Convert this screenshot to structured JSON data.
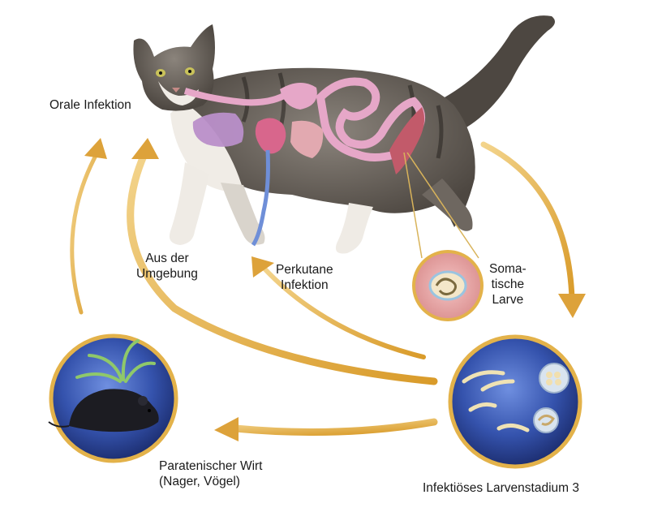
{
  "labels": {
    "oral": "Orale Infektion",
    "environment": [
      "Aus der",
      "Umgebung"
    ],
    "percutaneous": [
      "Perkutane",
      "Infektion"
    ],
    "somatic": [
      "Soma-",
      "tische",
      "Larve"
    ],
    "paratenic": [
      "Paratenischer Wirt",
      "(Nager, Vögel)"
    ],
    "larval_stage": "Infektiöses Larvenstadium 3"
  },
  "colors": {
    "arrow": "#e0a93a",
    "arrow_dark": "#c98a1c",
    "circle_ring": "#e3b24a",
    "circle_blue": "#2f4fa8",
    "organ_pink": "#e6a7c8",
    "cat_fur": "#6e6760"
  },
  "icons": {
    "cat": "cat-illustration",
    "mouse": "mouse-icon",
    "larva": "larva-icon",
    "egg": "egg-icon"
  }
}
